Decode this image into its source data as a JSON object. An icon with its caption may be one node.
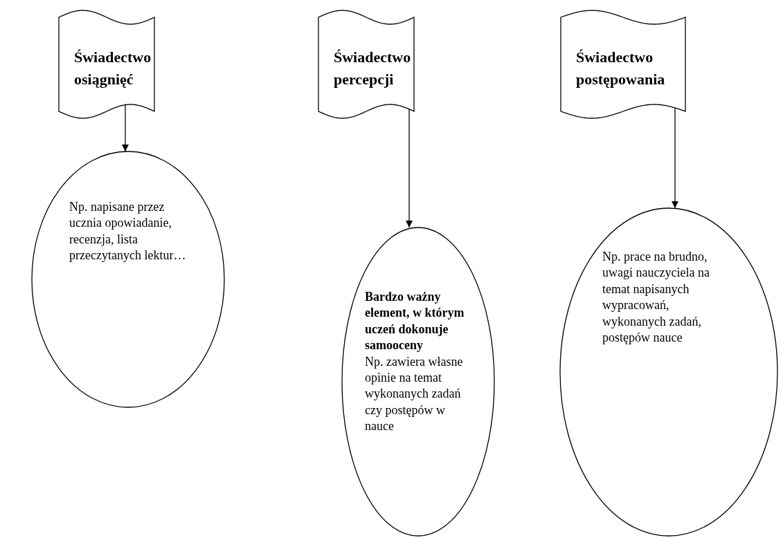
{
  "diagram": {
    "nodes": [
      {
        "text": [
          "Świadectwo osiągnięć"
        ]
      },
      {
        "text": [
          "Świadectwo percepcji"
        ]
      },
      {
        "text": [
          "Świadectwo postępowania"
        ]
      },
      {
        "text": [
          "Np. napisane przez ucznia opowiadanie, recenzja, lista przeczytanych lektur…"
        ]
      },
      {
        "text": [
          "**Bardzo ważny element, w którym uczeń dokonuje samooceny**",
          "Np. zawiera własne opinie na temat wykonanych zadań czy postępów w nauce"
        ]
      },
      {
        "text": [
          "Np. prace na brudno, uwagi nauczyciela na temat napisanych wypracowań, wykonanych zadań, postępów nauce"
        ]
      }
    ],
    "edges": [
      {
        "from": 0,
        "to": 3,
        "arrow": "to"
      },
      {
        "from": 1,
        "to": 4,
        "arrow": "to"
      },
      {
        "from": 2,
        "to": 5,
        "arrow": "to"
      }
    ]
  }
}
